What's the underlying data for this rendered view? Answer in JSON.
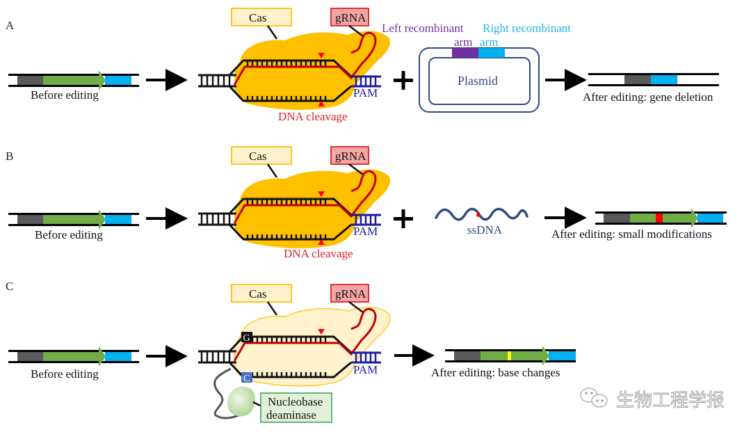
{
  "figure": {
    "panels": [
      {
        "letter": "A",
        "before_caption": "Before editing",
        "cas_label": "Cas",
        "grna_label": "gRNA",
        "pam_label": "PAM",
        "cleavage_label": "DNA cleavage",
        "donor": {
          "type": "plasmid",
          "left_arm_label": "Left recombinant",
          "right_arm_label": "Right recombinant",
          "left_arm_sub": "arm",
          "right_arm_sub": "arm",
          "plasmid_label": "Plasmid"
        },
        "after_caption": "After editing: gene deletion"
      },
      {
        "letter": "B",
        "before_caption": "Before editing",
        "cas_label": "Cas",
        "grna_label": "gRNA",
        "pam_label": "PAM",
        "cleavage_label": "DNA cleavage",
        "donor": {
          "type": "ssDNA",
          "label": "ssDNA"
        },
        "after_caption": "After editing: small modifications"
      },
      {
        "letter": "C",
        "before_caption": "Before editing",
        "cas_label": "Cas",
        "grna_label": "gRNA",
        "pam_label": "PAM",
        "base_top": "G",
        "base_bottom": "C",
        "deaminase_label_line1": "Nucleobase",
        "deaminase_label_line2": "deaminase",
        "after_caption": "After editing: base changes"
      }
    ],
    "plus_sign": "+",
    "watermark": "生物工程学报"
  },
  "colors": {
    "promoter": "#595959",
    "gene": "#70ad47",
    "terminator": "#00b0f0",
    "cas_active": "#ffc000",
    "cas_dead": "#fff2cc",
    "grna": "#c00000",
    "pam": "#1a1aa0",
    "left_arm": "#7030a0",
    "right_arm": "#00b0f0",
    "mutation_red": "#ff0000",
    "mutation_yellow": "#ffff00",
    "deaminase": "#c6e0b4"
  }
}
